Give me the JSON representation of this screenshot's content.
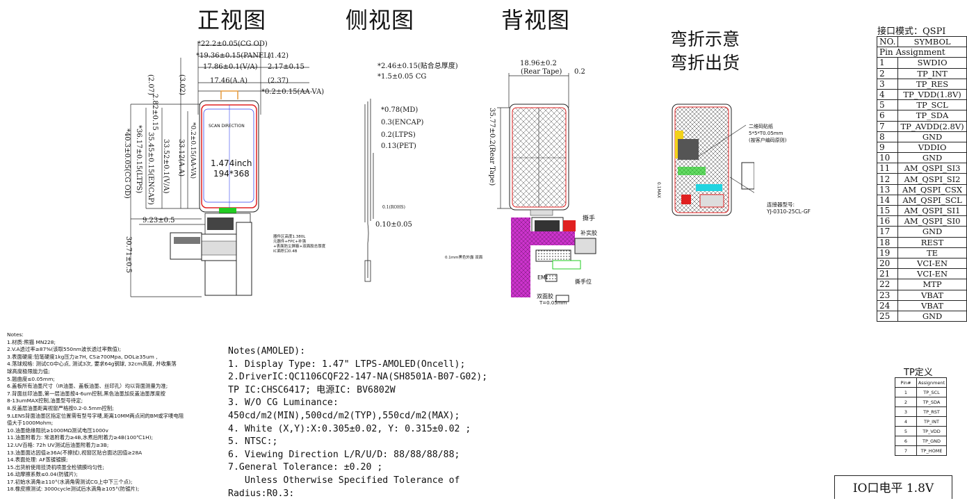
{
  "titles": {
    "front": "正视图",
    "side": "侧视图",
    "back": "背视图",
    "bend": [
      "弯折示意",
      "弯折出货"
    ]
  },
  "interface_mode": "接口模式：QSPI",
  "pin_table": {
    "header": [
      "NO.",
      "SYMBOL"
    ],
    "subheader": "Pin Assignment",
    "rows": [
      [
        "1",
        "SWDIO"
      ],
      [
        "2",
        "TP_INT"
      ],
      [
        "3",
        "TP_RES"
      ],
      [
        "4",
        "TP_VDD(1.8V)"
      ],
      [
        "5",
        "TP_SCL"
      ],
      [
        "6",
        "TP_SDA"
      ],
      [
        "7",
        "TP_AVDD(2.8V)"
      ],
      [
        "8",
        "GND"
      ],
      [
        "9",
        "VDDIO"
      ],
      [
        "10",
        "GND"
      ],
      [
        "11",
        "AM_QSPI_SI3"
      ],
      [
        "12",
        "AM_QSPI_SI2"
      ],
      [
        "13",
        "AM_QSPI_CSX"
      ],
      [
        "14",
        "AM_QSPI_SCL"
      ],
      [
        "15",
        "AM_QSPI_SI1"
      ],
      [
        "16",
        "AM_QSPI_SI0"
      ],
      [
        "17",
        "GND"
      ],
      [
        "18",
        "REST"
      ],
      [
        "19",
        "TE"
      ],
      [
        "20",
        "VCI-EN"
      ],
      [
        "21",
        "VCI-EN"
      ],
      [
        "22",
        "MTP"
      ],
      [
        "23",
        "VBAT"
      ],
      [
        "24",
        "VBAT"
      ],
      [
        "25",
        "GND"
      ]
    ]
  },
  "tp_table": {
    "title": "TP定义",
    "header": [
      "Pin#",
      "Assignment"
    ],
    "rows": [
      [
        "1",
        "TP_SCL"
      ],
      [
        "2",
        "TP_SDA"
      ],
      [
        "3",
        "TP_RST"
      ],
      [
        "4",
        "TP_INT"
      ],
      [
        "5",
        "TP_VDD"
      ],
      [
        "6",
        "TP_GND"
      ],
      [
        "7",
        "TP_HOME"
      ]
    ]
  },
  "io_level": "IO口电平 1.8V",
  "front_dims": {
    "d1": "*22.2±0.05(CG OD)",
    "d2": "*19.36±0.15(PANEL)",
    "d3": "(1.42)",
    "d4": "17.86±0.1(V/A)",
    "d5": "2.17±0.15",
    "d6": "17.46(A.A)",
    "d7": "(2.37)",
    "d8": "*0.2±0.15(AA-VA)",
    "d9": "2.82±0.15",
    "d10": "(2.07)",
    "d11": "(3.02)",
    "v1": "*40.3±0.05(CG OD)",
    "v2": "*36.17±0.15(LTPS)",
    "v3": "35.45±0.15(ENCAP)",
    "v4": "33.52±0.1(V/A)",
    "v5": "33.12(A.A)",
    "v6": "*0.2±0.15(AA-VA)",
    "b1": "9.23±0.5",
    "b2": "30.71±0.5",
    "scan": "SCAN DIRECTION",
    "size": "1.474inch",
    "res": "194*368",
    "fpc_note": [
      "器件区高度1.380L",
      "元器件+FPC+补强",
      "+表面防尘屏蔽+双面胶总厚度",
      "IC面积口0.4B"
    ]
  },
  "side_dims": {
    "s1": "*2.46±0.15(贴合总厚度)",
    "s2": "*1.5±0.05 CG",
    "s3": "*0.78(MD)",
    "s4": "0.3(ENCAP)",
    "s5": "0.2(LTPS)",
    "s6": "0.13(PET)",
    "s7": "0.10±0.05",
    "s8": "0.1(ROHS)"
  },
  "back_dims": {
    "w": "18.96±0.2",
    "w_sub": "(Rear Tape)",
    "gap": "0.2",
    "h": "35.77±0.2(Rear Tape)",
    "tear": "撕手",
    "tear2": "撕手位",
    "foam": "补实胶",
    "side_label": "0.1mm黑色外露 双面",
    "tape": "双面胶",
    "tape_t": "T=0.05mm",
    "emi": "EMI"
  },
  "bend_labels": {
    "qr": [
      "二维码贴纸",
      "5*5*T0.05mm",
      "(按客户编码原则)"
    ],
    "conn": [
      "连接器型号:",
      "YJ-0310-25CL-GF"
    ],
    "dim": "0.1MAX"
  },
  "notes_left": [
    "Notes:",
    "1.材质:熊猫 MN228;",
    "2.V.A透过率≥87%(该取550nm波长透过率数值);",
    "3.表面硬度:铅笔硬度1kg压力≥7H, CS≥700Mpa, DOL≥35um ,",
    "4.落球规格: 测试CG中心点, 测试3次, 要求64g钢球, 32cm高度, 并收集落",
    "球高度极限能力值;",
    "5.翘曲度≤0.05mm;",
    "6.盖板所有油墨尺寸（IR油墨、盖板油墨、丝印孔）均以背面测量为准;",
    "7.背面丝印油墨,第一层油墨按4-6um控制,黑色油墨加反盖油墨厚度按",
    "8-13umMAX控制,油墨型号待定;",
    "8.反盖层油墨距离视窗严格按0.2-0.5mm控制;",
    "9.LENS背面油墨区指定位置需有型号字唛,距离10MM两点间的BM或字唛电阻",
    "值大于1000Mohm;",
    "10.油墨绝缘阻抗≥1000MΩ测试电压1000v",
    "11.油墨附着力: 常温附着力≥4B,水煮后附着力≥4B(100℃1H);",
    "12.UV百格: 72h UV测试后油墨附着力≥3B;",
    "13.油墨面达因值≥36A(不擦拭),视窗区贴合面达因值≥28A",
    "14.表面处理: AF蒸镀镀膜;",
    "15.出货前使用挂烫机喷墨全检镜膜均匀性;",
    "16.动摩擦系数≤0.04(防镀片);",
    "17.初始水滴角≥110°(水滴角需测试CG上中下三个点);",
    "18.橡皮擦测试: 3000cycle测试后水滴角≥105°(防镀片);"
  ],
  "notes_amoled": [
    "Notes(AMOLED):",
    "1. Display Type: 1.47\" LTPS-AMOLED(Oncell);",
    "2.DriverIC:QC1106CQF22-147-NA(SH8501A-B07-G02);",
    "TP IC:CHSC6417; 电源IC: BV6802W",
    "3. W/O CG Luminance:",
    "450cd/m2(MIN),500cd/m2(TYP),550cd/m2(MAX);",
    "4. White (X,Y):X:0.305±0.02, Y: 0.315±0.02 ;",
    "5. NTSC:;",
    "6. Viewing Direction L/R/U/D: 88/88/88/88;",
    "7.General Tolerance: ±0.20 ;",
    "   Unless Otherwise Specified Tolerance of",
    "Radius:R0.3:"
  ],
  "colors": {
    "red": "#e02020",
    "green": "#22cc22",
    "cyan": "#22d4e0",
    "magenta": "#cc33cc",
    "orange": "#e69a3c",
    "yellow": "#f2d21a",
    "blue": "#3344ee"
  }
}
